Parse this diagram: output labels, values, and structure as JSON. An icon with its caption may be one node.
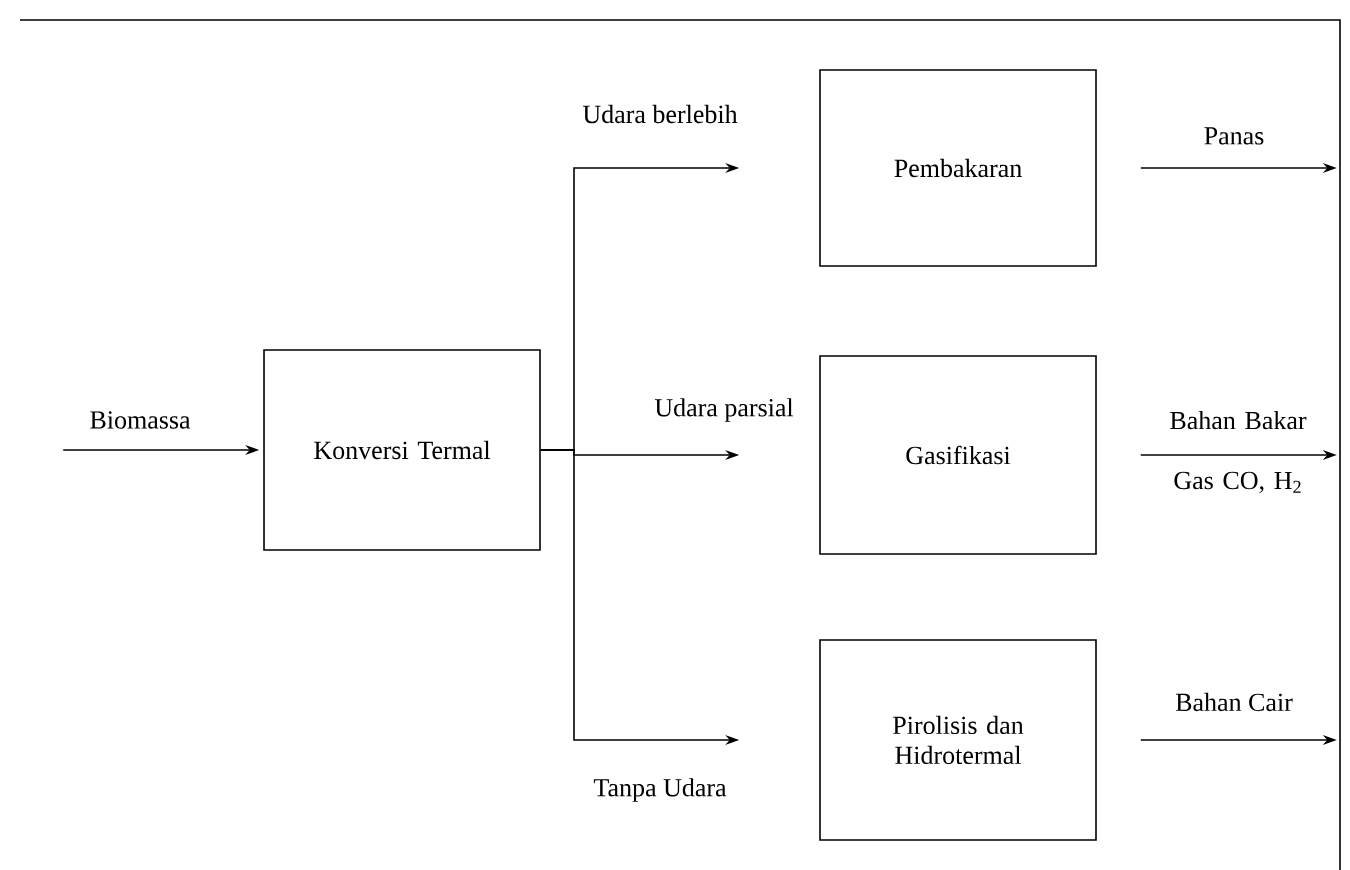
{
  "diagram": {
    "nodes": [
      {
        "text": [
          "Konversi Termal"
        ]
      },
      {
        "text": [
          "Pembakaran"
        ]
      },
      {
        "text": [
          "Gasifikasi"
        ]
      },
      {
        "text": [
          "Pirolisis dan Hidrotermal"
        ]
      }
    ],
    "edges": [
      {
        "from": null,
        "to": 0,
        "arrow": "to",
        "label": "Biomassa"
      },
      {
        "from": 0,
        "to": 1,
        "arrow": "to",
        "label": "Udara berlebih"
      },
      {
        "from": 0,
        "to": 2,
        "arrow": "to",
        "label": "Udara parsial"
      },
      {
        "from": 0,
        "to": 3,
        "arrow": "to",
        "label": "Tanpa Udara"
      },
      {
        "from": 1,
        "to": null,
        "arrow": "to",
        "label": "Panas"
      },
      {
        "from": 2,
        "to": null,
        "arrow": "to",
        "label": "Bahan Bakar Gas CO, H$_{2}$"
      },
      {
        "from": 3,
        "to": null,
        "arrow": "to",
        "label": "Bahan Cair"
      }
    ]
  }
}
